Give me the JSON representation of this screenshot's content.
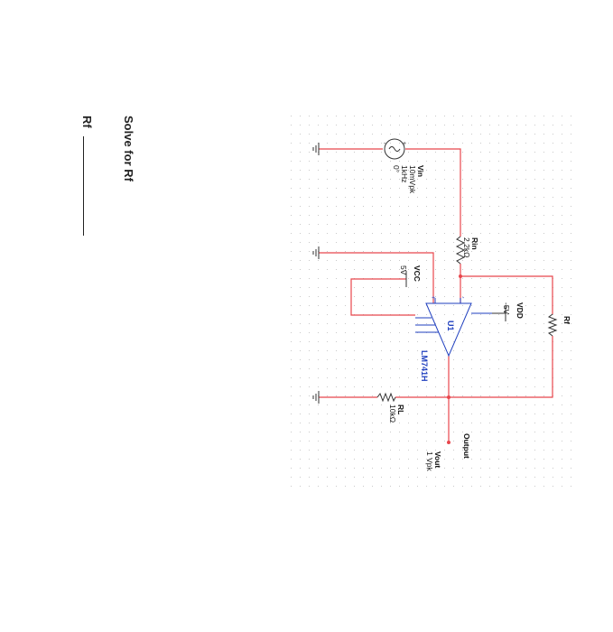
{
  "sheet": {
    "prompt": "Solve for Rf",
    "answer_label": "Rf"
  },
  "schematic": {
    "source": {
      "ref": "Vin",
      "amplitude": "10mVpk",
      "frequency": "1kHz",
      "phase": "0°"
    },
    "rin": {
      "ref": "Rin",
      "value": "2.2kΩ"
    },
    "vcc": {
      "ref": "VCC",
      "value": "5V"
    },
    "vdd": {
      "ref": "VDD",
      "value": "-5V"
    },
    "opamp": {
      "ref": "U1",
      "part": "LM741H"
    },
    "rl": {
      "ref": "RL",
      "value": "10kΩ"
    },
    "rf": {
      "ref": "Rf"
    },
    "output": {
      "net": "Output",
      "label": "Vout",
      "value": "1 Vpk"
    },
    "colors": {
      "wire": "#e8464c",
      "grid": "#c9c9c9",
      "component": "#333333",
      "pin": "#1f3fbf"
    }
  }
}
